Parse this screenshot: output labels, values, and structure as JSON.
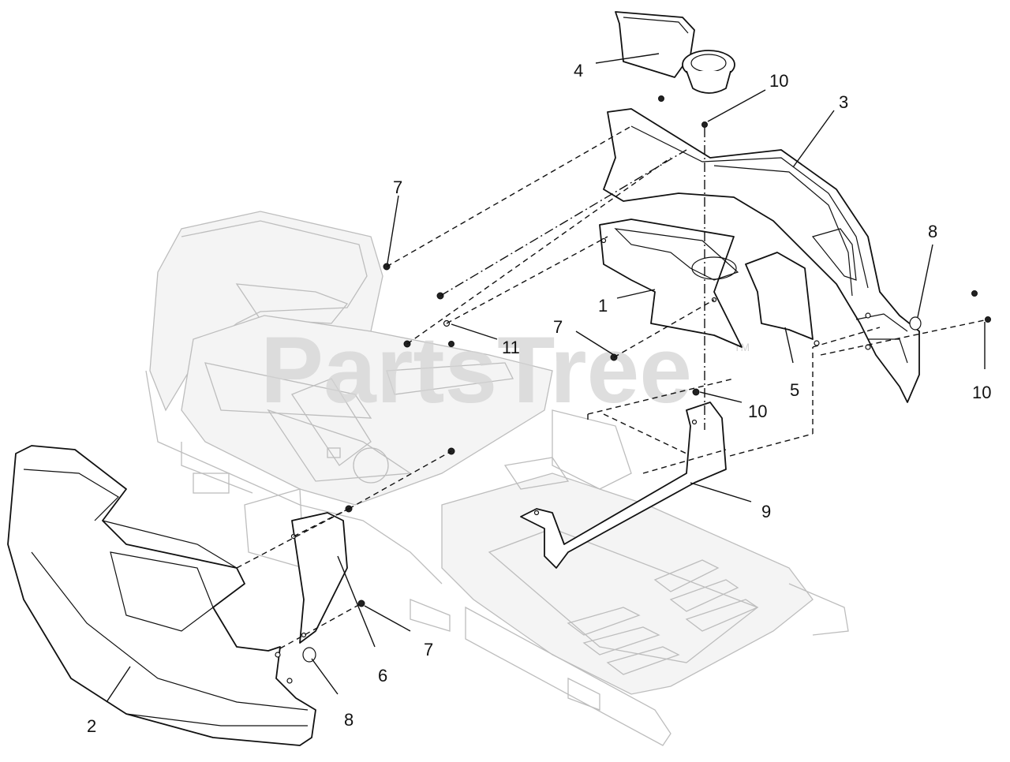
{
  "watermark": {
    "text": "PartsTree",
    "trademark": "TM"
  },
  "callouts": [
    {
      "id": "c1",
      "text": "1"
    },
    {
      "id": "c2",
      "text": "2"
    },
    {
      "id": "c3",
      "text": "3"
    },
    {
      "id": "c4",
      "text": "4"
    },
    {
      "id": "c5",
      "text": "5"
    },
    {
      "id": "c6",
      "text": "6"
    },
    {
      "id": "c7a",
      "text": "7"
    },
    {
      "id": "c7b",
      "text": "7"
    },
    {
      "id": "c7c",
      "text": "7"
    },
    {
      "id": "c8a",
      "text": "8"
    },
    {
      "id": "c8b",
      "text": "8"
    },
    {
      "id": "c9",
      "text": "9"
    },
    {
      "id": "c10a",
      "text": "10"
    },
    {
      "id": "c10b",
      "text": "10"
    },
    {
      "id": "c10c",
      "text": "10"
    },
    {
      "id": "c11",
      "text": "11"
    }
  ],
  "colors": {
    "line": "#111111",
    "frame": "#bdbdbd",
    "watermark": "#d4d4d4"
  }
}
